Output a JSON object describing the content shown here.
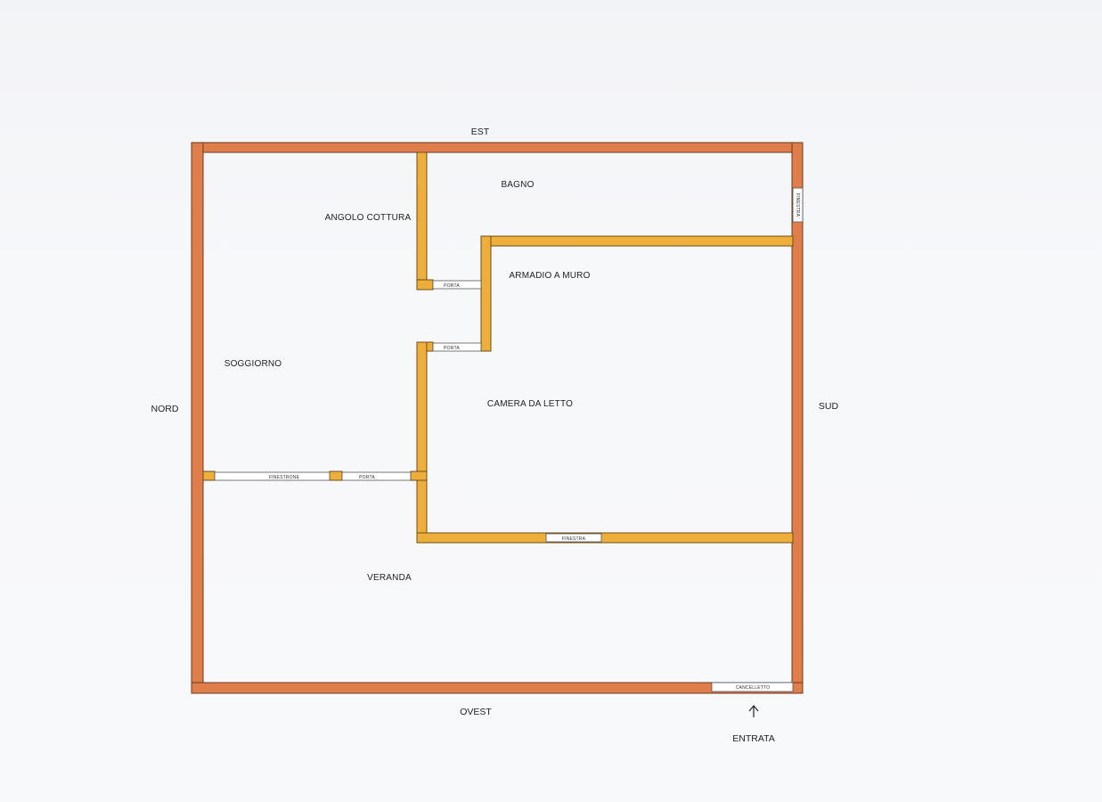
{
  "compass": {
    "east": "EST",
    "west": "OVEST",
    "north": "NORD",
    "south": "SUD"
  },
  "rooms": {
    "angolo_cottura": "ANGOLO COTTURA",
    "bagno": "BAGNO",
    "armadio_a_muro": "ARMADIO A MURO",
    "soggiorno": "SOGGIORNO",
    "camera_da_letto": "CAMERA DA LETTO",
    "veranda": "VERANDA"
  },
  "openings": {
    "porta_bagno": "PORTA",
    "porta_camera": "PORTA",
    "finestra_bagno": "FINESTRA",
    "finestrone": "FINESTRONE",
    "porta_veranda": "PORTA",
    "finestra_camera": "FINESTRA",
    "cancelletto": "CANCELLETTO"
  },
  "entrance": {
    "label": "ENTRATA",
    "arrow_icon": "arrow-up-icon"
  },
  "colors": {
    "outer_wall": "#df7d4b",
    "inner_wall": "#eeae3c"
  }
}
